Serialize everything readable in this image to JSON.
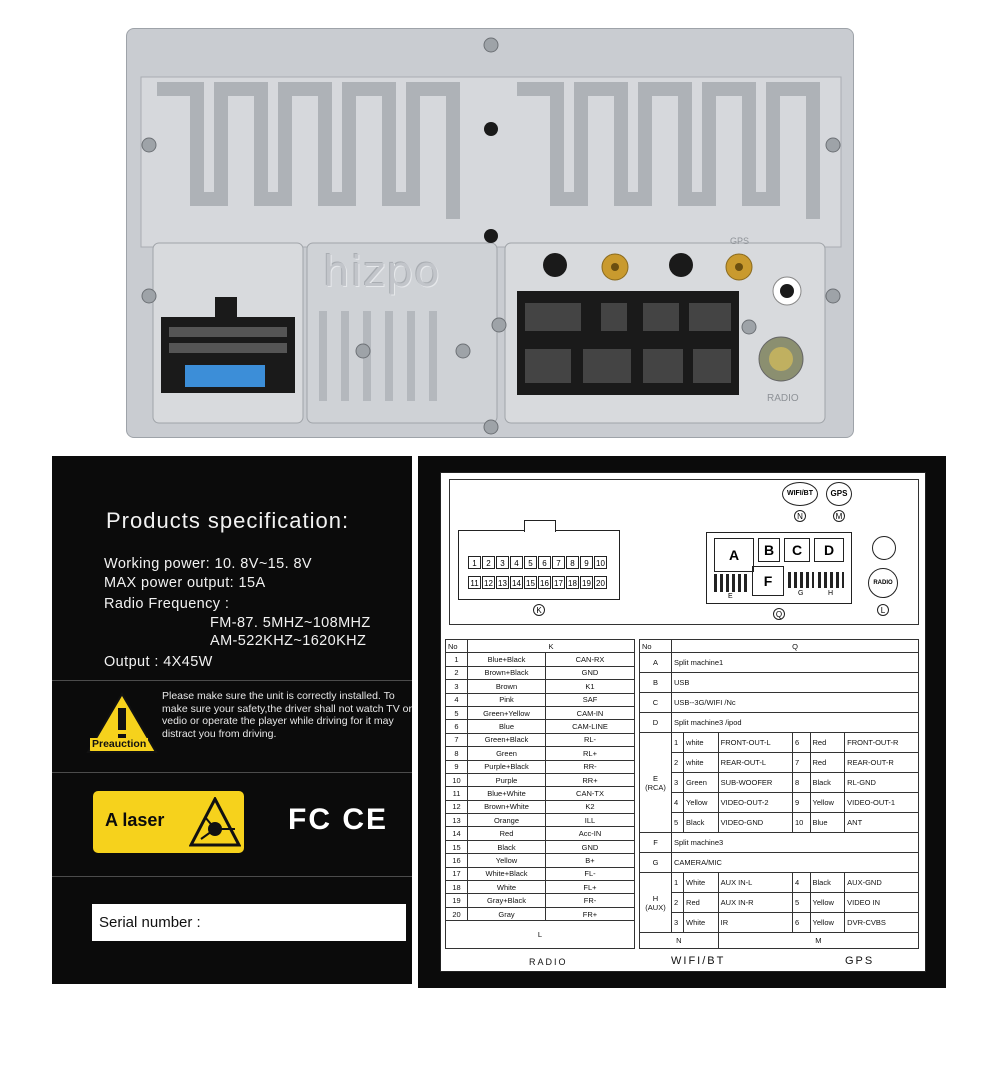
{
  "device": {
    "logo": "hizpo",
    "radio_label": "RADIO",
    "gps_label": "GPS"
  },
  "spec": {
    "title": "Products specification:",
    "working_power": "Working power: 10. 8V~15. 8V",
    "max_power": "MAX power output:  15A",
    "radio_freq": "Radio Frequency :",
    "fm": "FM-87. 5MHZ~108MHZ",
    "am": "AM-522KHZ~1620KHZ",
    "output": "Output  :  4X45W",
    "warning_label": "Preauction",
    "warning_text": "Please make sure the unit is correctly installed. To make sure your safety,the driver shall not watch TV or vedio or operate the player while driving for it may distract you from driving.",
    "laser": "A laser",
    "fcce": "FC CE",
    "serial": "Serial number :"
  },
  "wiring": {
    "wifi_bt": "WIFI/BT",
    "gps": "GPS",
    "radio": "RADIO",
    "n": "N",
    "m": "M",
    "k": "K",
    "q": "Q",
    "l": "L",
    "pins_top": [
      "1",
      "2",
      "3",
      "4",
      "5",
      "6",
      "7",
      "8",
      "9",
      "10"
    ],
    "pins_bottom": [
      "11",
      "12",
      "13",
      "14",
      "15",
      "16",
      "17",
      "18",
      "19",
      "20"
    ],
    "blocks": [
      "A",
      "B",
      "C",
      "D",
      "F"
    ],
    "sub_e": "E",
    "sub_g": "G",
    "sub_h": "H",
    "k_header": [
      "No",
      "K"
    ],
    "k_rows": [
      [
        "1",
        "Blue+Black",
        "CAN-RX"
      ],
      [
        "2",
        "Brown+Black",
        "GND"
      ],
      [
        "3",
        "Brown",
        "K1"
      ],
      [
        "4",
        "Pink",
        "SAF"
      ],
      [
        "5",
        "Green+Yellow",
        "CAM-IN"
      ],
      [
        "6",
        "Blue",
        "CAM-LINE"
      ],
      [
        "7",
        "Green+Black",
        "RL-"
      ],
      [
        "8",
        "Green",
        "RL+"
      ],
      [
        "9",
        "Purple+Black",
        "RR-"
      ],
      [
        "10",
        "Purple",
        "RR+"
      ],
      [
        "11",
        "Blue+White",
        "CAN-TX"
      ],
      [
        "12",
        "Brown+White",
        "K2"
      ],
      [
        "13",
        "Orange",
        "ILL"
      ],
      [
        "14",
        "Red",
        "Acc-IN"
      ],
      [
        "15",
        "Black",
        "GND"
      ],
      [
        "16",
        "Yellow",
        "B+"
      ],
      [
        "17",
        "White+Black",
        "FL-"
      ],
      [
        "18",
        "White",
        "FL+"
      ],
      [
        "19",
        "Gray+Black",
        "FR-"
      ],
      [
        "20",
        "Gray",
        "FR+"
      ]
    ],
    "q_header": [
      "No",
      "Q"
    ],
    "q_a": "Split machine1",
    "q_b": "USB",
    "q_c": "USB--3G/WIFI   /Nc",
    "q_d": "Split machine3  /ipod",
    "q_e_label": "E",
    "q_e_sub": "(RCA)",
    "q_e_rows": [
      [
        "1",
        "white",
        "FRONT-OUT-L",
        "6",
        "Red",
        "FRONT-OUT-R"
      ],
      [
        "2",
        "white",
        "REAR-OUT-L",
        "7",
        "Red",
        "REAR-OUT-R"
      ],
      [
        "3",
        "Green",
        "SUB-WOOFER",
        "8",
        "Black",
        "RL-GND"
      ],
      [
        "4",
        "Yellow",
        "VIDEO-OUT-2",
        "9",
        "Yellow",
        "VIDEO-OUT-1"
      ],
      [
        "5",
        "Black",
        "VIDEO-GND",
        "10",
        "Blue",
        "ANT"
      ]
    ],
    "q_f": "Split machine3",
    "q_g": "CAMERA/MIC",
    "q_h_label": "H",
    "q_h_sub": "(AUX)",
    "q_h_rows": [
      [
        "1",
        "White",
        "AUX IN-L",
        "4",
        "Black",
        "AUX-GND"
      ],
      [
        "2",
        "Red",
        "AUX IN-R",
        "5",
        "Yellow",
        "VIDEO IN"
      ],
      [
        "3",
        "White",
        "IR",
        "6",
        "Yellow",
        "DVR-CVBS"
      ]
    ],
    "bottom": {
      "radio": "RADIO",
      "wifi": "WIFI/BT",
      "gps": "GPS"
    }
  }
}
